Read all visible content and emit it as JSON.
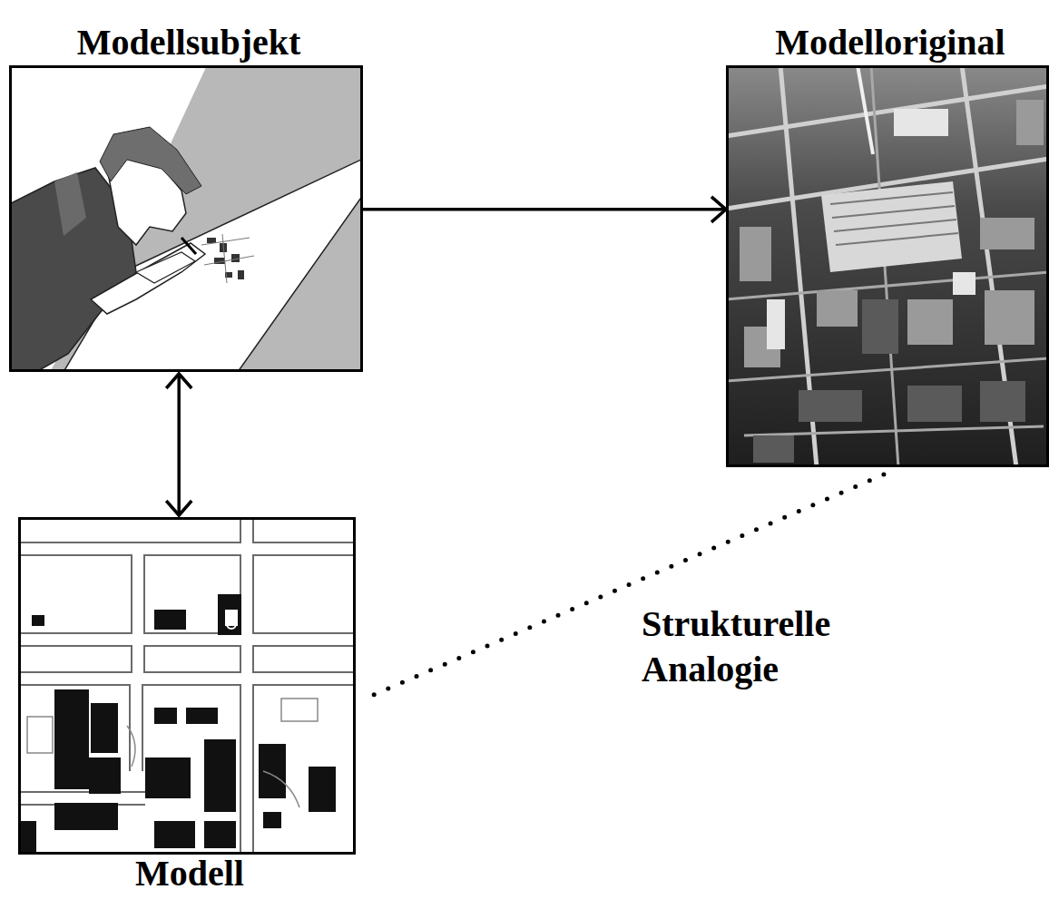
{
  "diagram": {
    "nodes": [
      {
        "text": [
          "Modellsubjekt"
        ]
      },
      {
        "text": [
          "Modelloriginal"
        ]
      },
      {
        "text": [
          "Modell"
        ]
      }
    ],
    "edges": [
      {
        "from": 0,
        "to": 1,
        "arrow": "to"
      },
      {
        "from": 0,
        "to": 2,
        "arrow": "both"
      },
      {
        "from": 2,
        "to": 1,
        "arrow": "none",
        "label": "Strukturelle Analogie"
      }
    ]
  }
}
